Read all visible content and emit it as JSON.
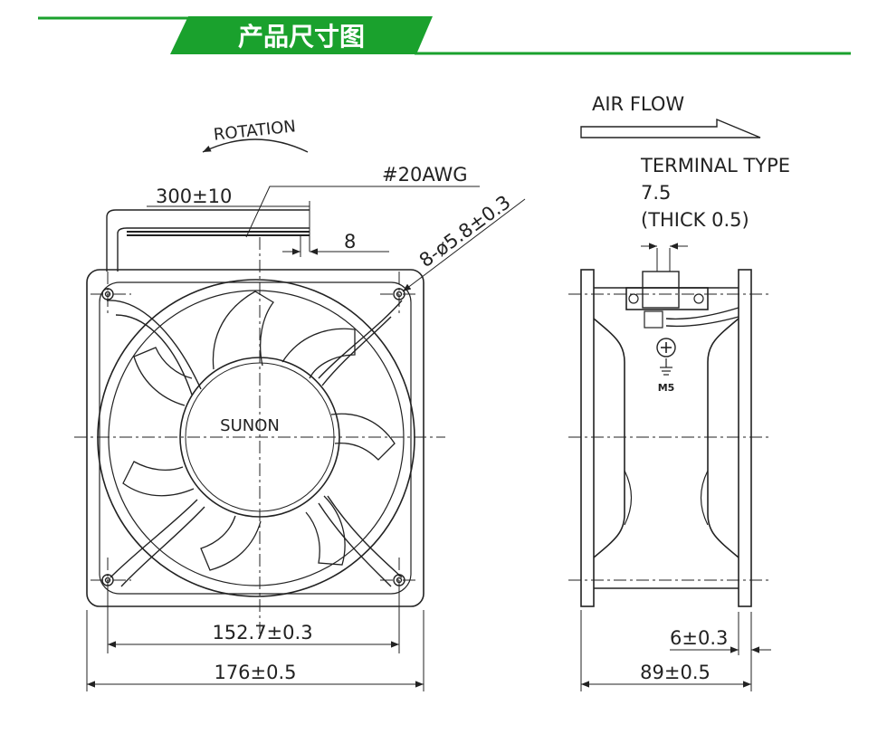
{
  "header": {
    "title": "产品尺寸图",
    "accent_color": "#1aa12d"
  },
  "front_view": {
    "rotation_label": "ROTATION",
    "wire_gauge": "#20AWG",
    "lead_length": "300±10",
    "strip_length": "8",
    "hole_spec": "8-ø5.8±0.3",
    "brand": "SUNON",
    "hole_pitch": "152.7±0.3",
    "frame_size": "176±0.5"
  },
  "side_view": {
    "airflow_label": "AIR FLOW",
    "terminal_type": "TERMINAL TYPE",
    "terminal_width": "7.5",
    "terminal_thick": "(THICK 0.5)",
    "ground_screw": "M5",
    "flange_thickness": "6±0.3",
    "depth": "89±0.5"
  }
}
